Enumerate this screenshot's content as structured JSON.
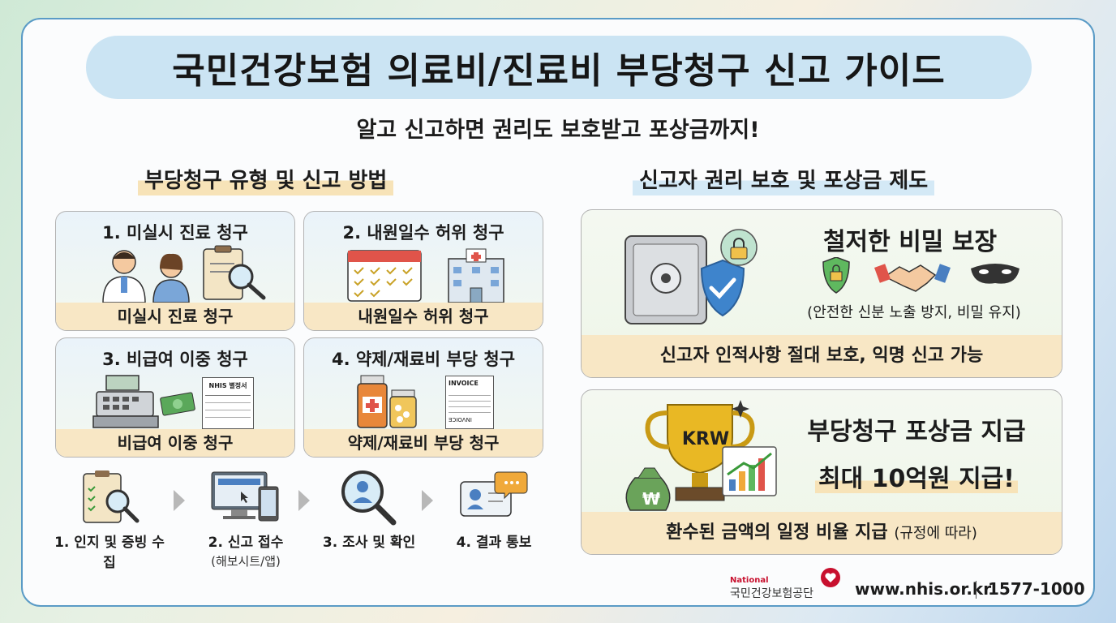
{
  "title": "국민건강보험 의료비/진료비 부당청구 신고 가이드",
  "subtitle": "알고 신고하면 권리도 보호받고 포상금까지!",
  "left_section": {
    "heading": "부당청구 유형 및 신고 방법",
    "cards": [
      {
        "title": "1. 미실시 진료 청구",
        "caption": "미실시 진료 청구"
      },
      {
        "title": "2. 내원일수 허위 청구",
        "caption": "내원일수 허위 청구"
      },
      {
        "title": "3. 비급여 이중 청구",
        "caption": "비급여 이중 청구",
        "doc_label": "NHIS 별정서"
      },
      {
        "title": "4. 약제/재료비 부당 청구",
        "caption": "약제/재료비 부당 청구",
        "doc_label": "INVOICE",
        "doc_footer": "INVOICE"
      }
    ],
    "steps": [
      {
        "label": "1. 인지 및 증빙 수집",
        "sub": ""
      },
      {
        "label": "2. 신고 접수",
        "sub": "(해보시트/앱)"
      },
      {
        "label": "3. 조사 및 확인",
        "sub": ""
      },
      {
        "label": "4. 결과 통보",
        "sub": ""
      }
    ]
  },
  "right_section": {
    "heading": "신고자 권리 보호 및 포상금 제도",
    "privacy": {
      "title": "철저한 비밀 보장",
      "note": "(안전한 신분 노출 방지, 비밀 유지)",
      "bottom": "신고자 인적사항 절대 보호, 익명 신고 가능"
    },
    "reward": {
      "title": "부당청구 포상금 지급",
      "highlight": "최대 10억원 지급!",
      "bottom": "환수된 금액의 일정 비율 지급",
      "bottom_note": "(규정에 따라)",
      "trophy_label": "KRW",
      "bag_label": "₩"
    }
  },
  "footer": {
    "logo_en": "National",
    "logo_ko": "국민건강보험공단",
    "url": "www.nhis.or.kr",
    "phone": "1577-1000"
  },
  "colors": {
    "accent_blue": "#cbe4f3",
    "caption_bg": "#f8e7c5",
    "frame_border": "#5a9bc6",
    "brand_red": "#c8102e"
  }
}
